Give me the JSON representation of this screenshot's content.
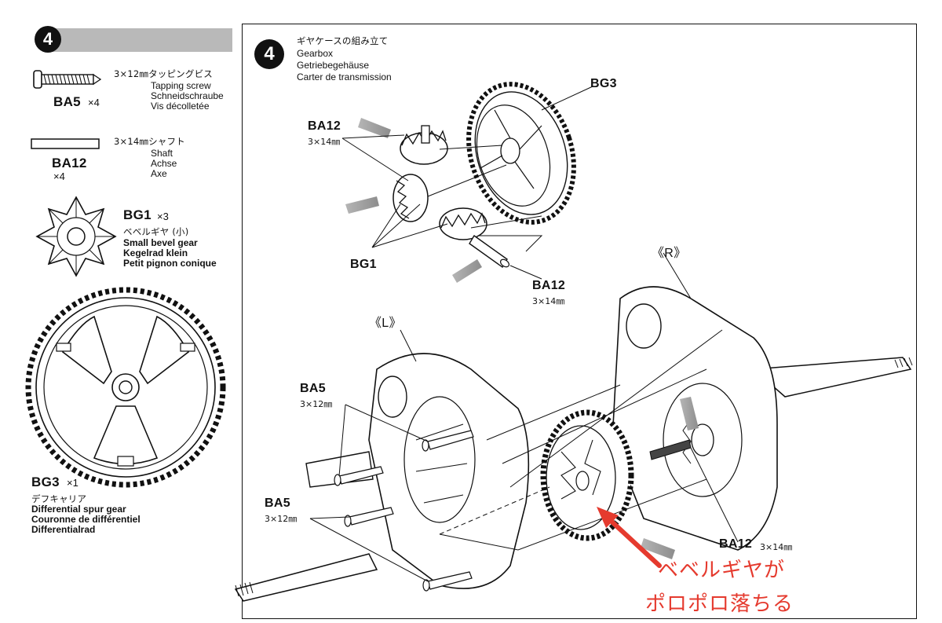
{
  "step": "4",
  "parts": {
    "ba5": {
      "code": "BA5",
      "qty": "×4",
      "size_ja": "3×12㎜タッピングビス",
      "names": [
        "Tapping screw",
        "Schneidschraube",
        "Vis décolletée"
      ]
    },
    "ba12": {
      "code": "BA12",
      "qty": "×4",
      "size_ja": "3×14㎜シャフト",
      "names": [
        "Shaft",
        "Achse",
        "Axe"
      ]
    },
    "bg1": {
      "code": "BG1",
      "qty": "×3",
      "ja": "ベベルギヤ (小)",
      "names": [
        "Small bevel gear",
        "Kegelrad klein",
        "Petit pignon conique"
      ]
    },
    "bg3": {
      "code": "BG3",
      "qty": "×1",
      "ja": "デフキャリア",
      "names": [
        "Differential spur gear",
        "Couronne de différentiel",
        "Differentialrad"
      ]
    }
  },
  "main": {
    "title_ja": "ギヤケースの組み立て",
    "titles": [
      "Gearbox",
      "Getriebegehäuse",
      "Carter de transmission"
    ],
    "labels": {
      "bg3": "BG3",
      "ba12_top": "BA12",
      "ba12_top_size": "3×14㎜",
      "bg1": "BG1",
      "ba12_mid": "BA12",
      "ba12_mid_size": "3×14㎜",
      "r": "《R》",
      "l": "《L》",
      "ba5_a": "BA5",
      "ba5_a_size": "3×12㎜",
      "ba5_b": "BA5",
      "ba5_b_size": "3×12㎜",
      "ba12_bot": "BA12",
      "ba12_bot_size": "3×14㎜"
    },
    "annotation": [
      "ベベルギヤが",
      "ポロポロ落ちる"
    ]
  },
  "colors": {
    "annotation": "#e53a2e",
    "step_bar": "#b9b9b9",
    "arrow_fill": "#9a9a9a"
  }
}
